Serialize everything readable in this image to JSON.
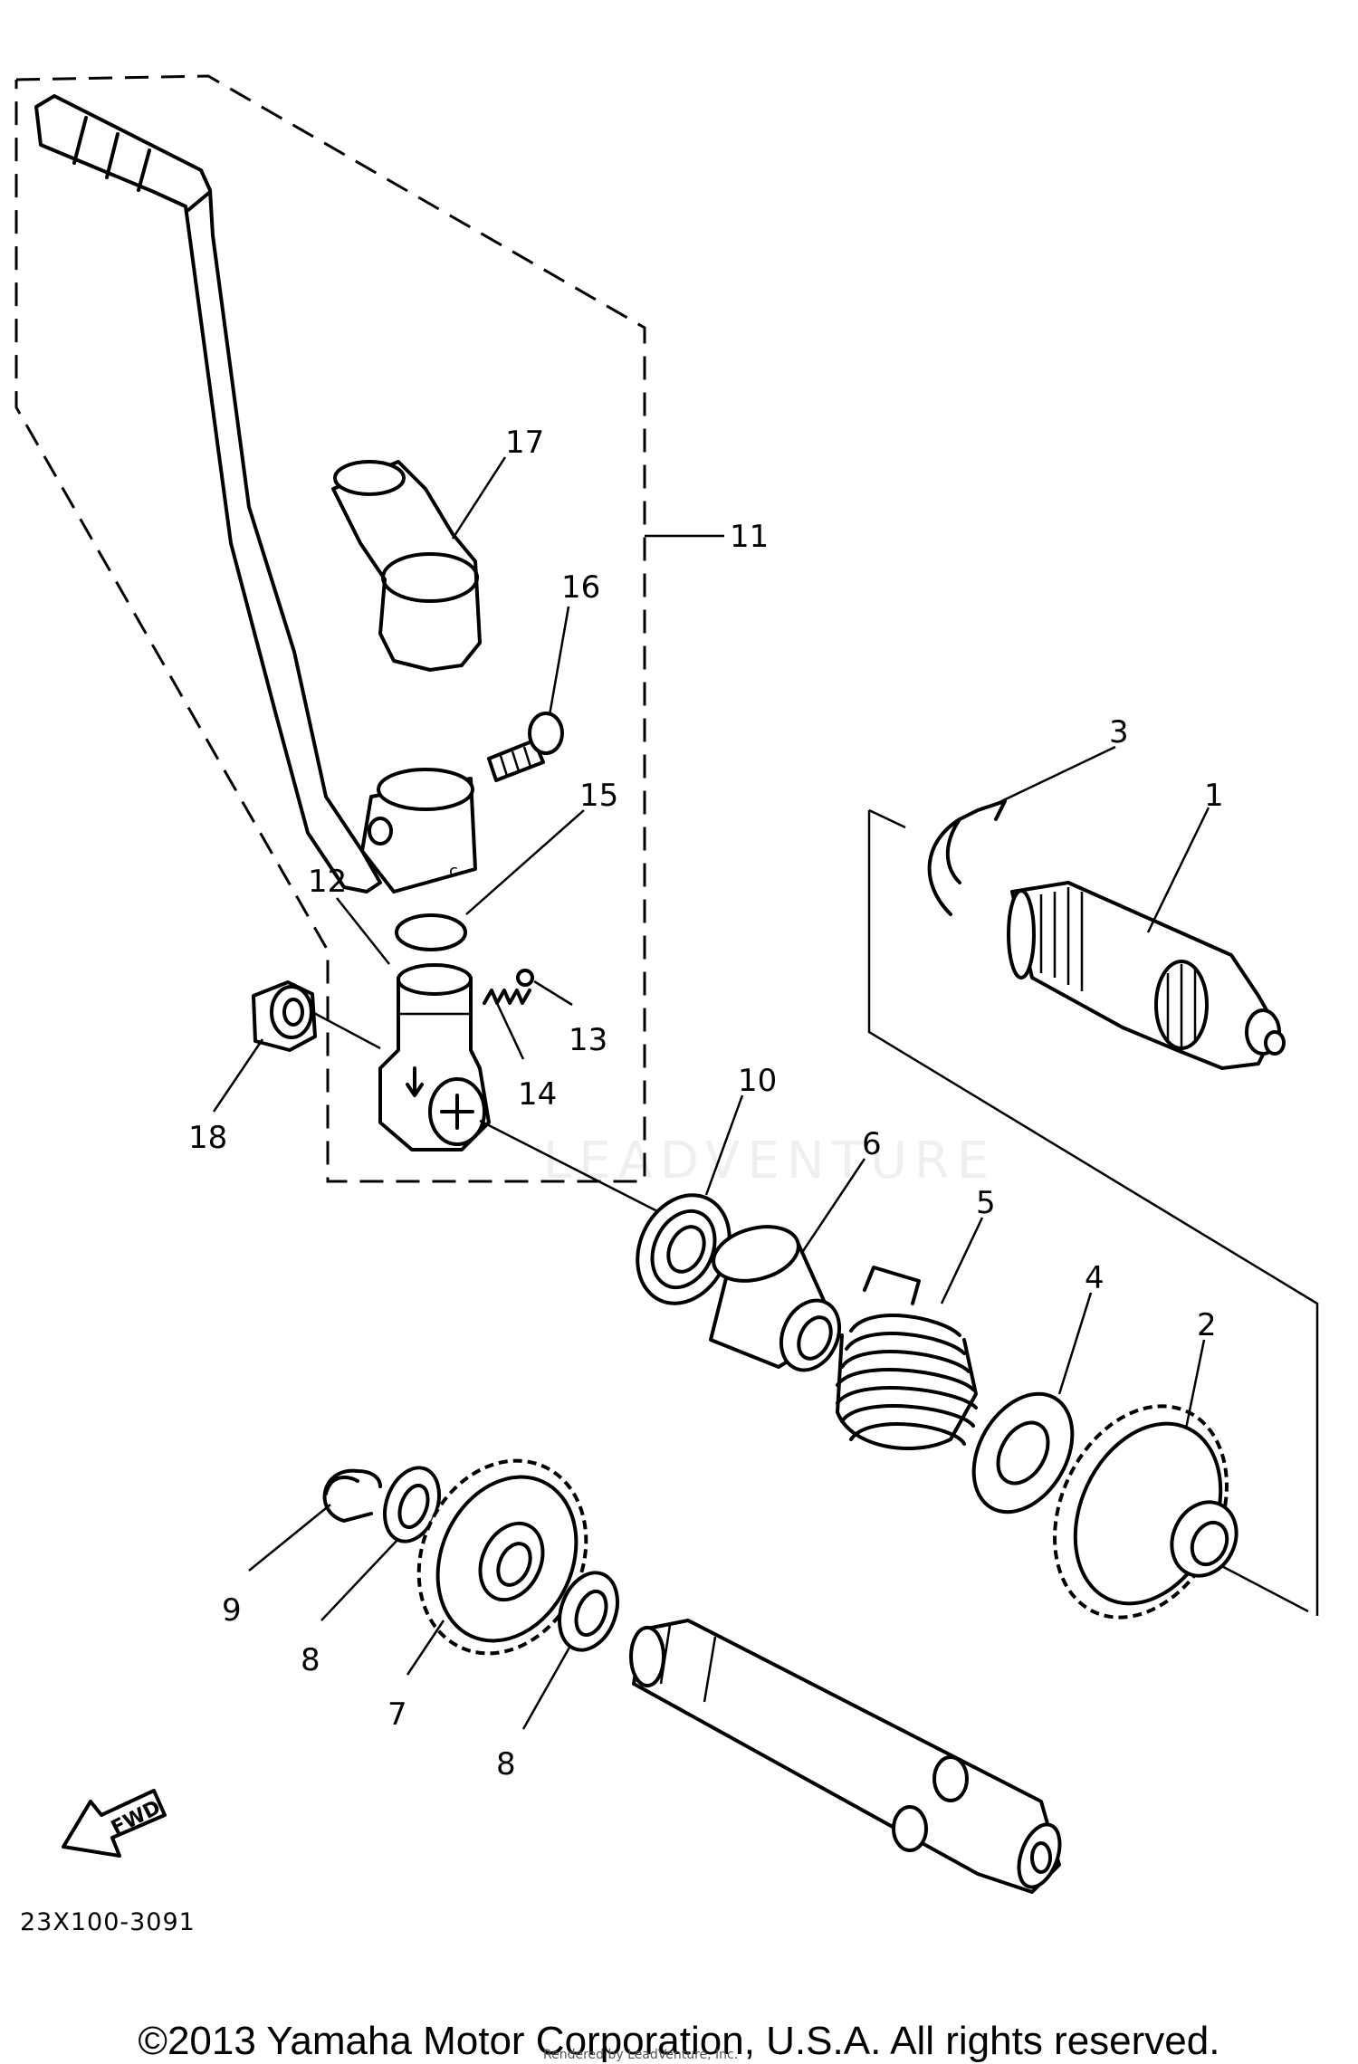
{
  "diagram": {
    "callouts": {
      "c1": "1",
      "c2": "2",
      "c3": "3",
      "c4": "4",
      "c5": "5",
      "c6": "6",
      "c7": "7",
      "c8a": "8",
      "c8b": "8",
      "c9": "9",
      "c10": "10",
      "c11": "11",
      "c12": "12",
      "c13": "13",
      "c14": "14",
      "c15": "15",
      "c16": "16",
      "c17": "17",
      "c18": "18"
    },
    "fwd_label": "FWD",
    "diagram_code": "23X100-3091"
  },
  "watermark": "LEADVENTURE",
  "footer": {
    "copyright": "©2013 Yamaha Motor Corporation, U.S.A. All rights reserved.",
    "rendered_by": "Rendered by LeadVenture, Inc."
  }
}
